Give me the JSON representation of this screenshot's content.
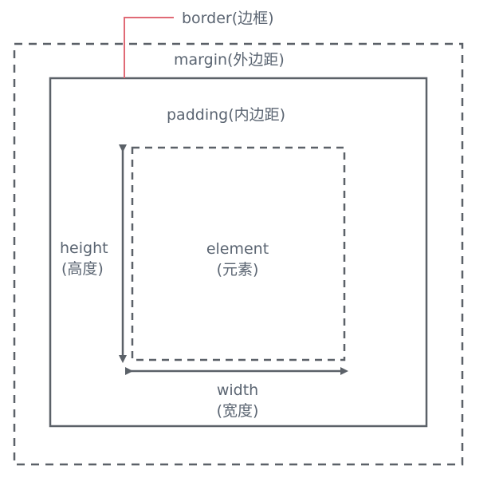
{
  "diagram": {
    "border_label": "border(边框)",
    "margin_label": "margin(外边距)",
    "padding_label": "padding(内边距)",
    "element_label_line1": "element",
    "element_label_line2": "(元素)",
    "height_label_line1": "height",
    "height_label_line2": "(高度)",
    "width_label_line1": "width",
    "width_label_line2": "(宽度)"
  },
  "colors": {
    "stroke": "#5b6168",
    "border_callout": "#e06a76",
    "text": "#5b6572",
    "background": "#ffffff"
  }
}
